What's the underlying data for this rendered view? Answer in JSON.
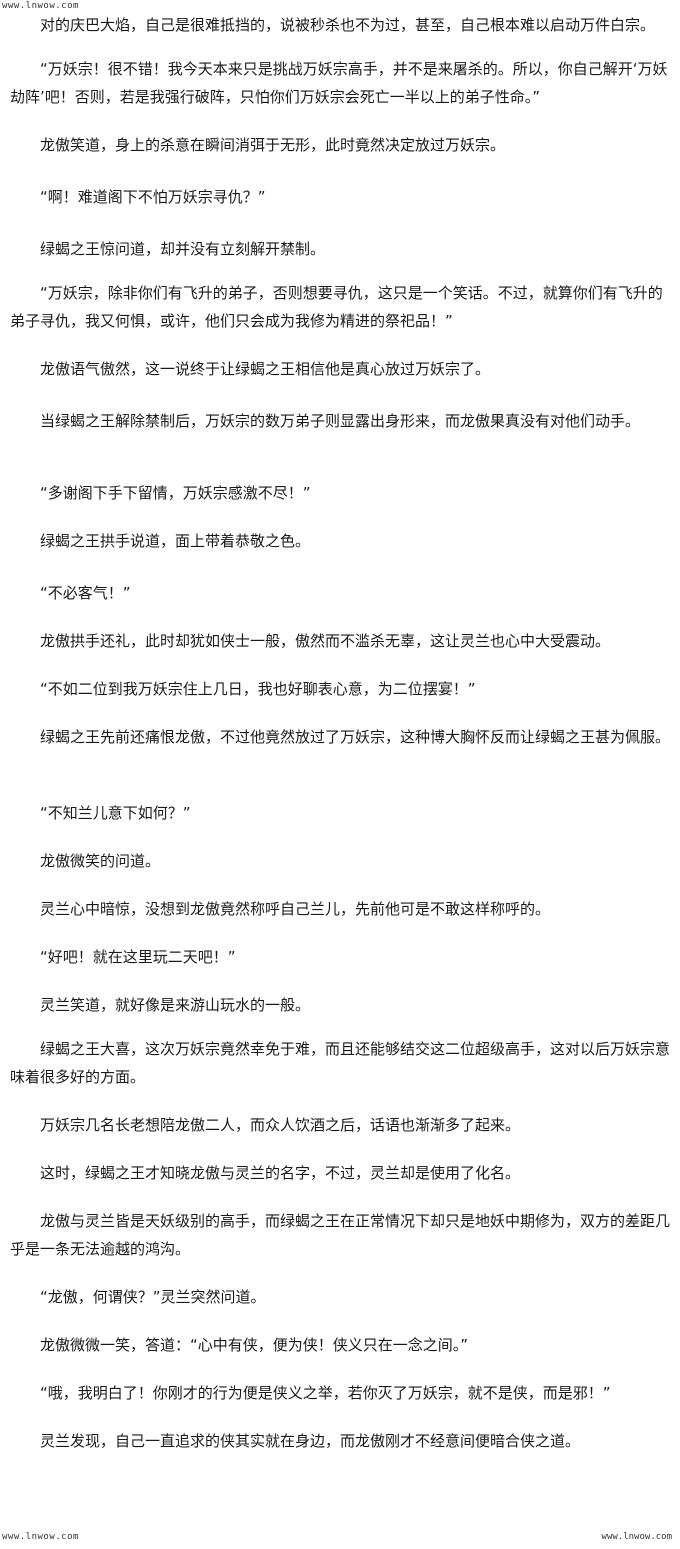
{
  "watermark": {
    "top_left": "www.lnwow.com",
    "top_right": "www.lnwow.com",
    "bottom_left": "www.lnwow.com"
  },
  "paragraphs": [
    "对的庆巴大焰，自己是很难抵挡的，说被秒杀也不为过，甚至，自己根本难以启动万件白宗。",
    "“万妖宗！很不错！我今天本来只是挑战万妖宗高手，并不是来屠杀的。所以，你自己解开‘万妖劫阵’吧！否则，若是我强行破阵，只怕你们万妖宗会死亡一半以上的弟子性命。”",
    "龙傲笑道，身上的杀意在瞬间消弭于无形，此时竟然决定放过万妖宗。",
    "“啊！难道阁下不怕万妖宗寻仇？”",
    "绿蝎之王惊问道，却并没有立刻解开禁制。",
    "“万妖宗，除非你们有飞升的弟子，否则想要寻仇，这只是一个笑话。不过，就算你们有飞升的弟子寻仇，我又何惧，或许，他们只会成为我修为精进的祭祀品！”",
    "龙傲语气傲然，这一说终于让绿蝎之王相信他是真心放过万妖宗了。",
    "当绿蝎之王解除禁制后，万妖宗的数万弟子则显露出身形来，而龙傲果真没有对他们动手。",
    "“多谢阁下手下留情，万妖宗感激不尽！”",
    "绿蝎之王拱手说道，面上带着恭敬之色。",
    "“不必客气！”",
    "龙傲拱手还礼，此时却犹如侠士一般，傲然而不滥杀无辜，这让灵兰也心中大受震动。",
    "“不如二位到我万妖宗住上几日，我也好聊表心意，为二位摆宴！”",
    "绿蝎之王先前还痛恨龙傲，不过他竟然放过了万妖宗，这种博大胸怀反而让绿蝎之王甚为佩服。",
    "“不知兰儿意下如何？”",
    "龙傲微笑的问道。",
    "灵兰心中暗惊，没想到龙傲竟然称呼自己兰儿，先前他可是不敢这样称呼的。",
    "“好吧！就在这里玩二天吧！”",
    "灵兰笑道，就好像是来游山玩水的一般。",
    "绿蝎之王大喜，这次万妖宗竟然幸免于难，而且还能够结交这二位超级高手，这对以后万妖宗意味着很多好的方面。",
    "万妖宗几名长老想陪龙傲二人，而众人饮酒之后，话语也渐渐多了起来。",
    "这时，绿蝎之王才知晓龙傲与灵兰的名字，不过，灵兰却是使用了化名。",
    "龙傲与灵兰皆是天妖级别的高手，而绿蝎之王在正常情况下却只是地妖中期修为，双方的差距几乎是一条无法逾越的鸿沟。",
    "“龙傲，何谓侠？”灵兰突然问道。",
    "龙傲微微一笑，答道：“心中有侠，便为侠！侠义只在一念之间。”",
    "“哦，我明白了！你刚才的行为便是侠义之举，若你灭了万妖宗，就不是侠，而是邪！”",
    "灵兰发现，自己一直追求的侠其实就在身边，而龙傲刚才不经意间便暗合侠之道。"
  ]
}
